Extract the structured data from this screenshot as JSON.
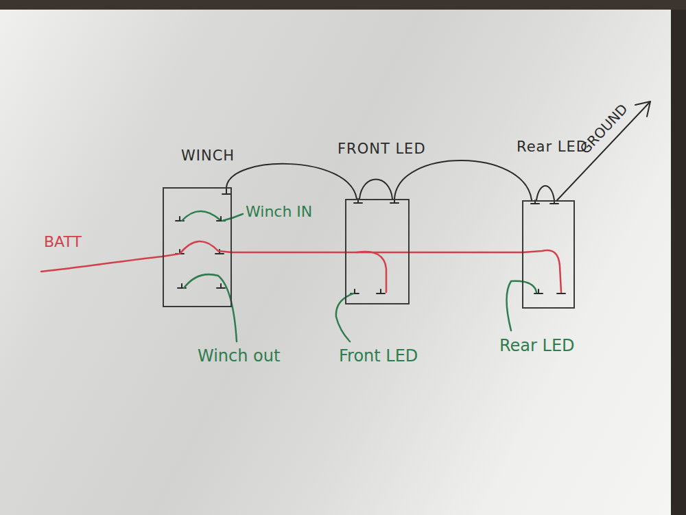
{
  "diagram": {
    "nodes": [
      {
        "text": [
          "WINCH"
        ]
      },
      {
        "text": [
          "FRONT LED"
        ]
      },
      {
        "text": [
          "Rear LED"
        ]
      }
    ],
    "edges": [
      {
        "from": 0,
        "to": 1,
        "arrow": "none"
      },
      {
        "from": 1,
        "to": 2,
        "arrow": "none"
      },
      {
        "from": 0,
        "to": 1,
        "arrow": "none"
      },
      {
        "from": 1,
        "to": 2,
        "arrow": "none"
      }
    ],
    "labels": [
      "BATT",
      "GROUND",
      "Winch IN",
      "Winch out",
      "Front LED",
      "Rear LED"
    ]
  }
}
